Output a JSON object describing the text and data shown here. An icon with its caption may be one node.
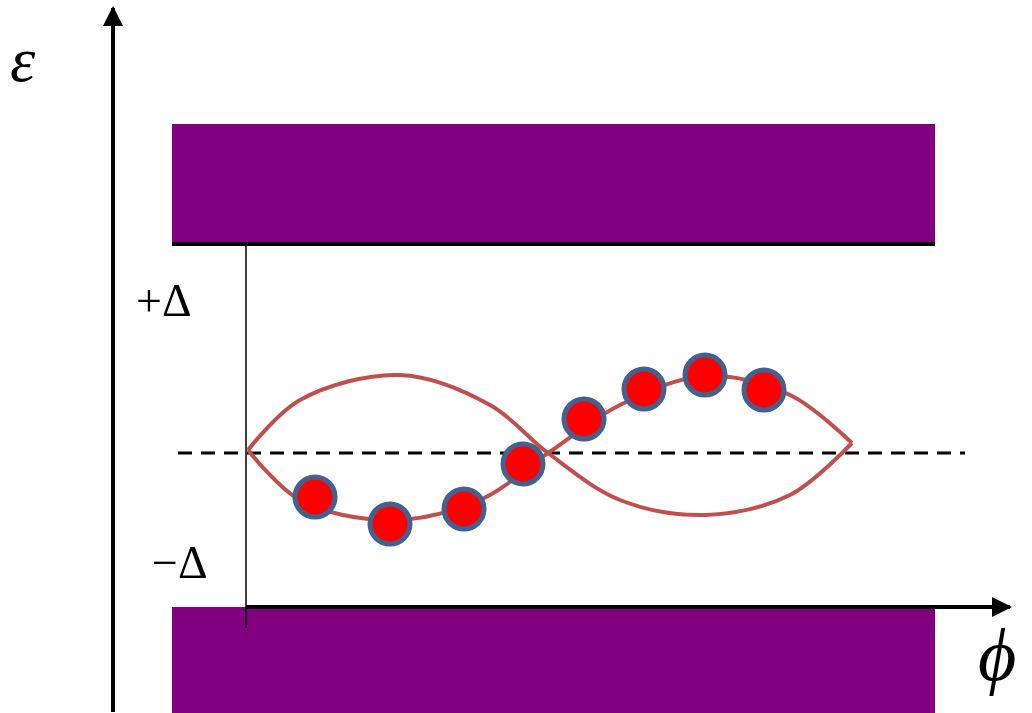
{
  "diagram": {
    "labels": [
      "ε",
      "+Δ",
      "−Δ",
      "ϕ"
    ]
  }
}
